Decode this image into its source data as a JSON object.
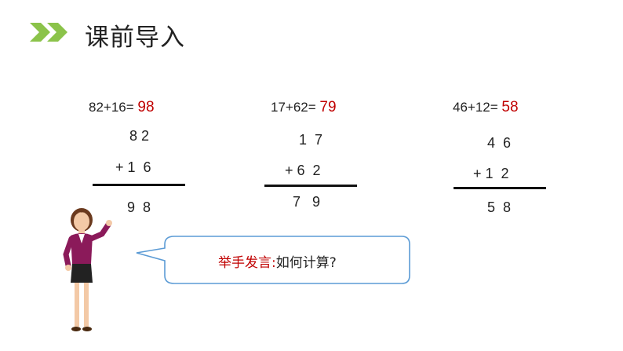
{
  "header": {
    "title": "课前导入",
    "icon": "double-chevron-right-icon",
    "accent": "#8bc34a"
  },
  "problems": [
    {
      "equation": "82+16=",
      "answer": "98",
      "top": "8 2",
      "addend": "+ 1  6",
      "result": "9  8"
    },
    {
      "equation": "17+62=",
      "answer": "79",
      "top": "1  7",
      "addend": "+ 6  2",
      "result": "7   9"
    },
    {
      "equation": "46+12=",
      "answer": "58",
      "top": "4  6",
      "addend": "+ 1  2",
      "result": "5  8"
    }
  ],
  "bubble": {
    "prefix": "举手发言:",
    "question": "如何计算?",
    "border_color": "#5b9bd5"
  },
  "colors": {
    "answer": "#c00000"
  }
}
